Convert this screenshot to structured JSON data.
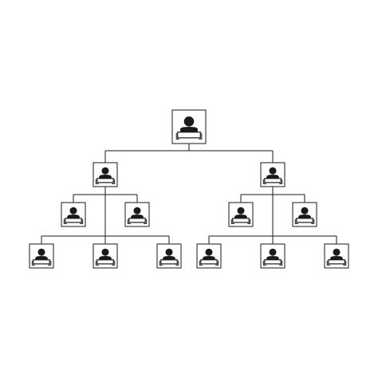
{
  "diagram": {
    "type": "org-chart",
    "line_color": "#1a1a1a",
    "background": "#ffffff",
    "node_icon": "person-icon",
    "nodes": [
      {
        "id": "root",
        "level": 0
      },
      {
        "id": "left-manager",
        "parent": "root",
        "level": 1
      },
      {
        "id": "right-manager",
        "parent": "root",
        "level": 1
      },
      {
        "id": "left-sub-1",
        "parent": "left-manager",
        "level": 2
      },
      {
        "id": "left-sub-2",
        "parent": "left-manager",
        "level": 2
      },
      {
        "id": "right-sub-1",
        "parent": "right-manager",
        "level": 2
      },
      {
        "id": "right-sub-2",
        "parent": "right-manager",
        "level": 2
      },
      {
        "id": "left-staff-1",
        "parent": "left-manager",
        "level": 3
      },
      {
        "id": "left-staff-2",
        "parent": "left-manager",
        "level": 3
      },
      {
        "id": "left-staff-3",
        "parent": "left-manager",
        "level": 3
      },
      {
        "id": "right-staff-1",
        "parent": "right-manager",
        "level": 3
      },
      {
        "id": "right-staff-2",
        "parent": "right-manager",
        "level": 3
      },
      {
        "id": "right-staff-3",
        "parent": "right-manager",
        "level": 3
      }
    ]
  }
}
